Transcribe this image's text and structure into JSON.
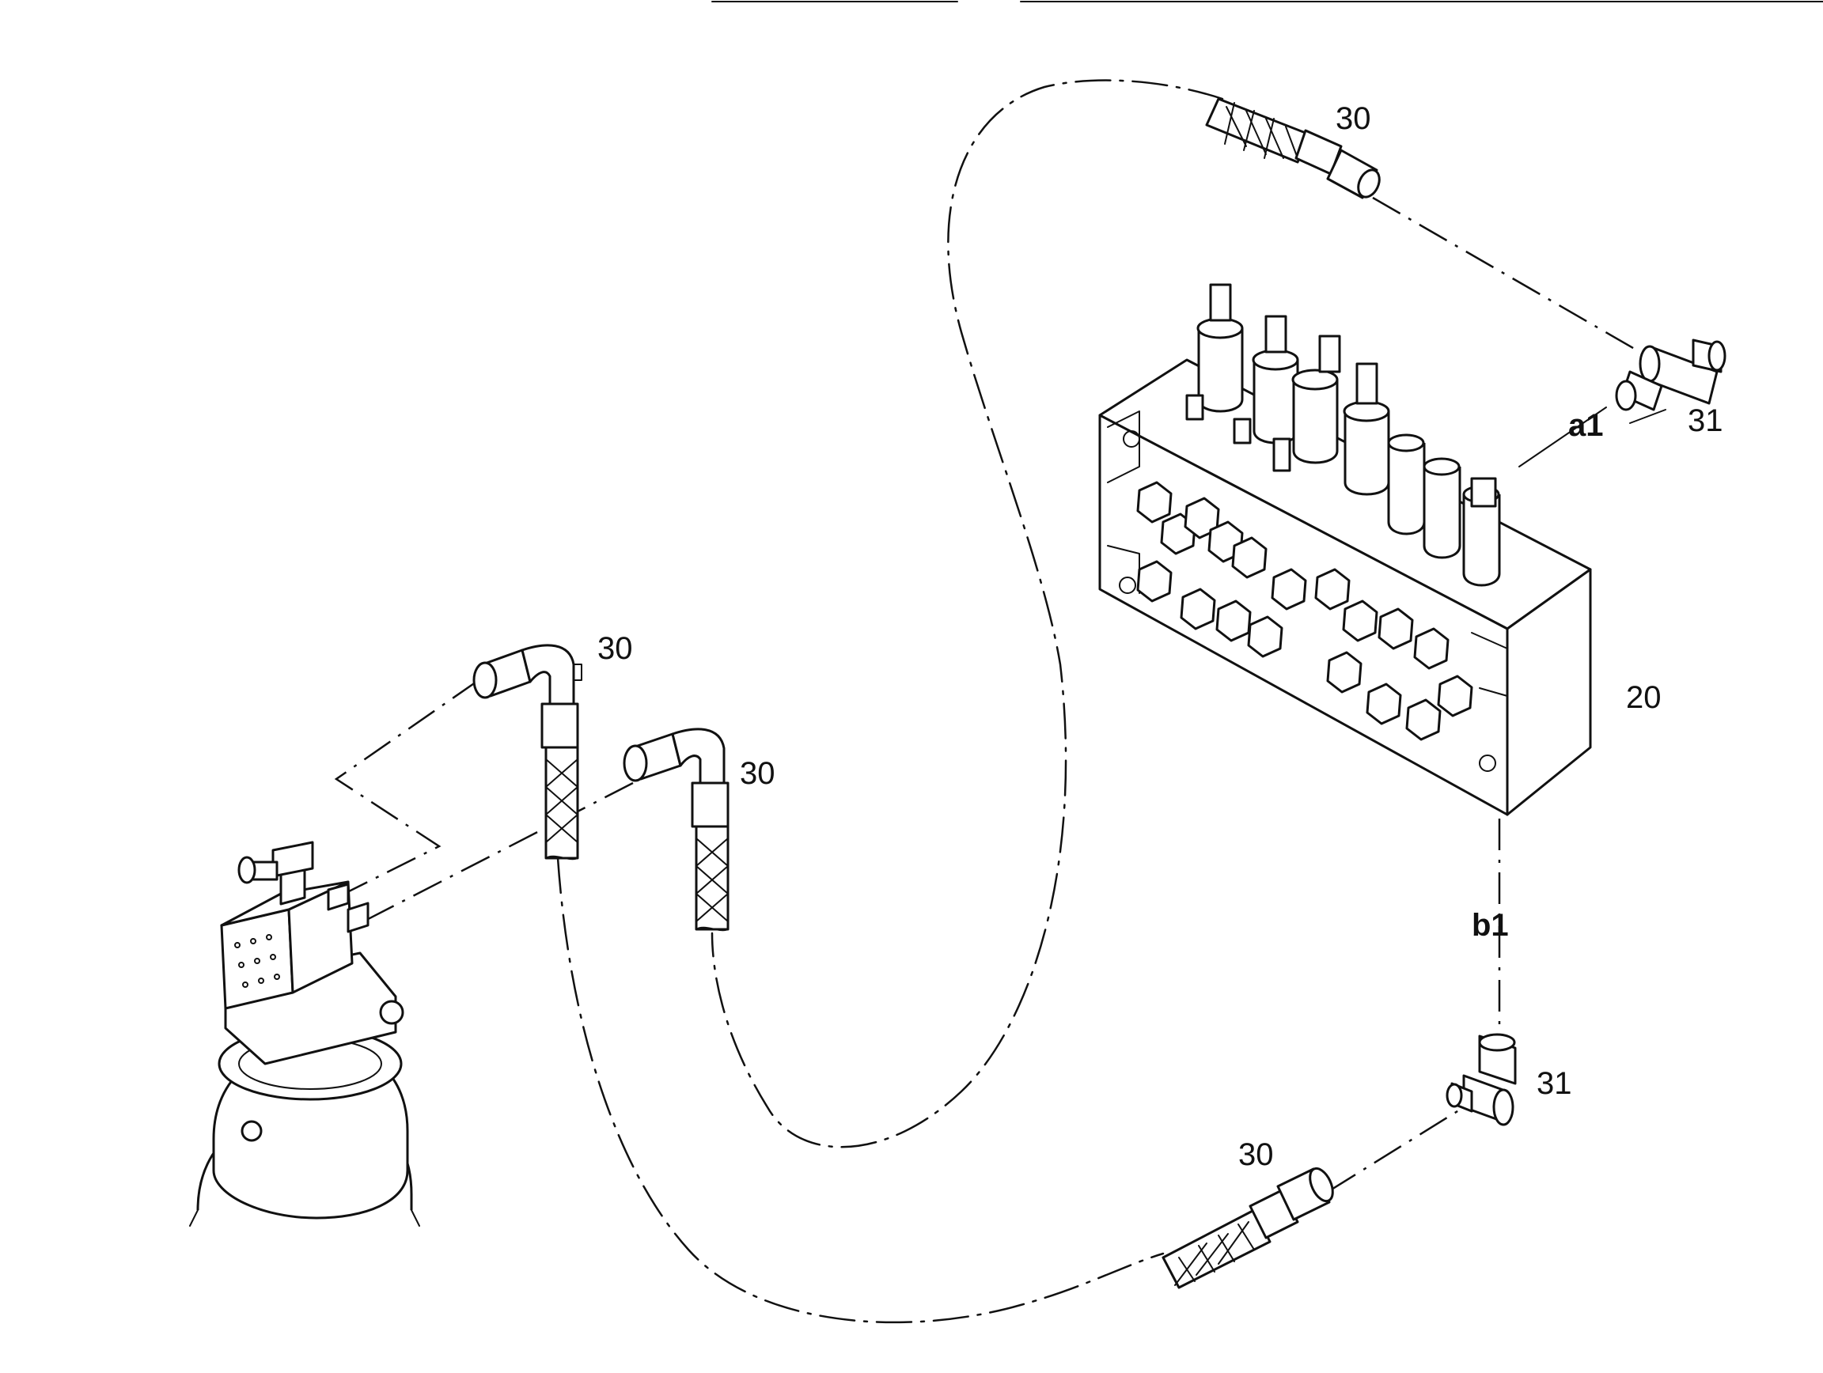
{
  "callouts": {
    "hose_top": "30",
    "tee_top": "31",
    "manifold": "20",
    "elbow_left": "30",
    "elbow_right": "30",
    "tee_bottom": "31",
    "hose_bottom": "30"
  },
  "ports": {
    "a1": "a1",
    "b1": "b1"
  }
}
